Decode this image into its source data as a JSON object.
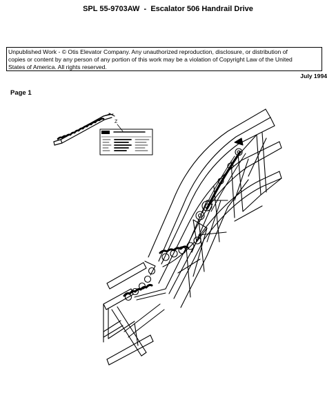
{
  "header": {
    "title": "SPL 55-9703AW  -  Escalator 506 Handrail Drive"
  },
  "notice": {
    "lines": [
      "Unpublished Work - © Otis Elevator Company.  Any unauthorized reproduction, disclosure, or distribution of",
      "copies or content by any person of any portion of this work may be a violation of Copyright Law of the United",
      "States of America.  All rights reserved."
    ]
  },
  "date": "July 1994",
  "page_label": "Page 1",
  "illustration": {
    "key": "Z",
    "description_icon": "escalator-handrail-drive-exploded-view"
  }
}
